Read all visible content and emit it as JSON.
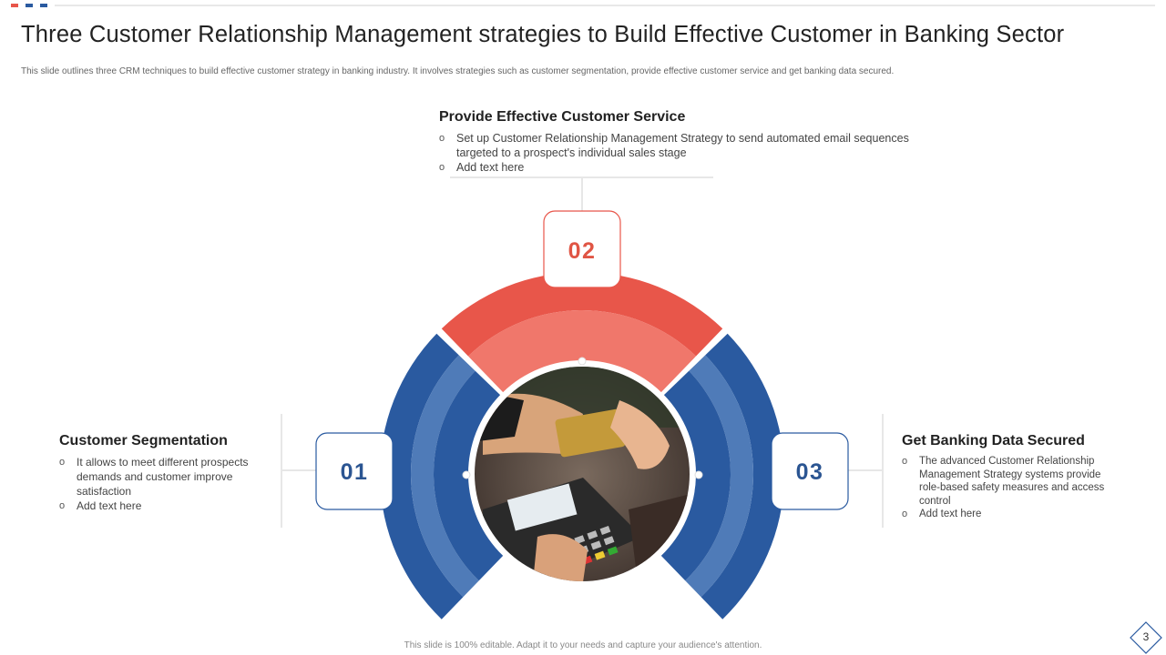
{
  "colors": {
    "red": "#E8564A",
    "red_light": "#F0776B",
    "blue": "#2A5AA0",
    "blue_light": "#4F7BB8",
    "number_red": "#E05544",
    "number_blue": "#2B5592"
  },
  "header": {
    "title": "Three Customer Relationship Management strategies to Build Effective Customer in Banking Sector",
    "subtitle": "This slide outlines three CRM  techniques to build effective customer strategy in banking industry. It involves strategies such as customer segmentation, provide effective customer service and get banking data secured."
  },
  "strategies": [
    {
      "number": "01",
      "heading": "Customer Segmentation",
      "bullets": [
        "It allows to meet different prospects demands and customer improve  satisfaction",
        "Add text here"
      ]
    },
    {
      "number": "02",
      "heading": "Provide Effective Customer Service",
      "bullets": [
        "Set up  Customer  Relationship  Management  Strategy  to send automated email sequences targeted to a prospect's individual  sales stage",
        "Add text here"
      ]
    },
    {
      "number": "03",
      "heading": "Get Banking Data Secured",
      "bullets": [
        "The advanced Customer Relationship Management Strategy systems provide  role-based safety measures and access control",
        "Add text here"
      ]
    }
  ],
  "center_image": {
    "icon": "card-payment-photo"
  },
  "footer": {
    "note": "This slide is 100% editable.  Adapt it to your needs and capture your audience's attention.",
    "page_number": "3"
  }
}
